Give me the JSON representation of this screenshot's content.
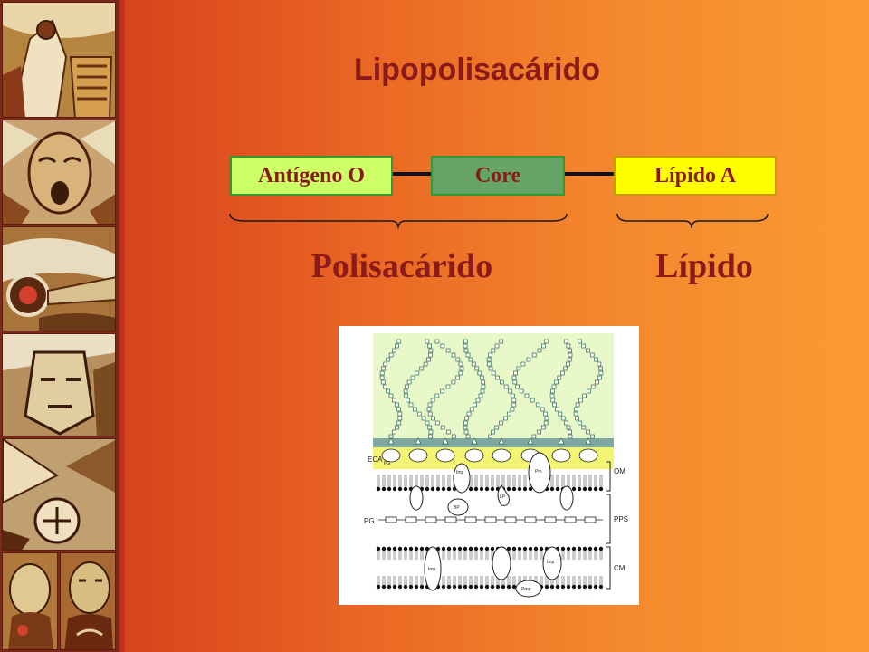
{
  "slide": {
    "title": "Lipopolisacárido"
  },
  "structure": {
    "boxes": [
      {
        "label": "Antígeno O",
        "fill": "#ccff66",
        "border": "#339933"
      },
      {
        "label": "Core",
        "fill": "#66a366",
        "border": "#339933"
      },
      {
        "label": "Lípido A",
        "fill": "#ffff00",
        "border": "#cc9900"
      }
    ],
    "groups": [
      {
        "label": "Polisacárido"
      },
      {
        "label": "Lípido"
      }
    ]
  },
  "figure": {
    "labels": {
      "eca": "ECA",
      "pg_small": "PG",
      "om": "OM",
      "pps": "PPS",
      "cm": "CM",
      "pg": "PG",
      "imp1": "Imp",
      "imp2": "Imp",
      "imp3": "Imp",
      "pm": "Pm",
      "bp": "BP",
      "lp": "LP",
      "pmp": "Pmp"
    },
    "highlight_colors": {
      "o_antigen_region": "#e8f8c8",
      "core_band": "#7fa8a0",
      "lipid_a_band": "#f4f474"
    }
  }
}
